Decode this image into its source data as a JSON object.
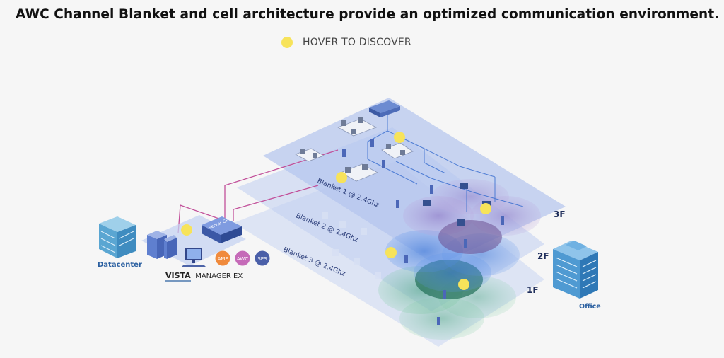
{
  "heading": "AWC Channel Blanket and cell architecture provide an optimized communication environment.",
  "legend": {
    "label": "HOVER TO DISCOVER",
    "dot_color": "#f7e35a"
  },
  "diagram": {
    "blankets": [
      "Blanket 1 @ 2.4Ghz",
      "Blanket 2 @ 2.4Ghz",
      "Blanket 3 @ 2.4Ghz"
    ],
    "floors": [
      "3F",
      "2F",
      "1F"
    ],
    "datacenter_label": "Datacenter",
    "office_label": "Office",
    "server_label": "Server GPU",
    "badges": [
      "AMF",
      "AWC",
      "SES"
    ],
    "badge_colors": [
      "#f08a3c",
      "#c56ab8",
      "#4a5fa8"
    ],
    "brand": {
      "vista": "VISTA",
      "manager": "MANAGER EX"
    },
    "colors": {
      "floor_plane": "#b9c9ef",
      "cell_blue": "#3d7de0",
      "cell_green": "#3fae77",
      "cell_purple": "#a68ac8",
      "link_magenta": "#c2509a",
      "hotspot": "#f7e35a"
    }
  }
}
